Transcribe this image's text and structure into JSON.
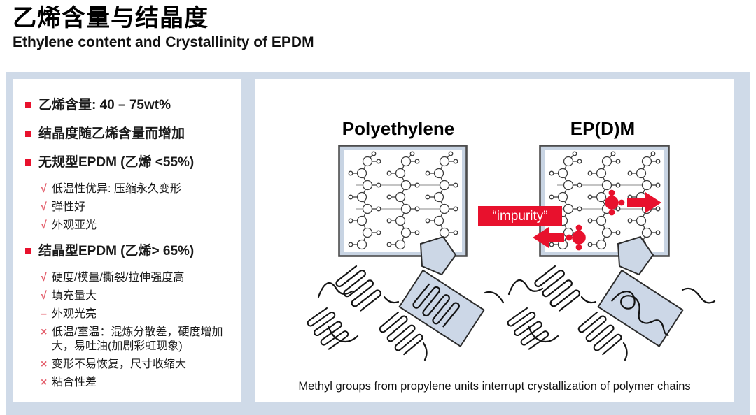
{
  "slide": {
    "title_zh": "乙烯含量与结晶度",
    "subtitle_en": "Ethylene content and Crystallinity of EPDM"
  },
  "left_panel": {
    "bullets": [
      {
        "marker": "square",
        "label": "乙烯含量: 40 – 75wt%",
        "subs": []
      },
      {
        "marker": "square",
        "label": "结晶度随乙烯含量而增加",
        "subs": []
      },
      {
        "marker": "square",
        "label": "无规型EPDM (乙烯 <55%)",
        "subs": [
          {
            "marker": "√",
            "text": "低温性优异: 压缩永久变形"
          },
          {
            "marker": "√",
            "text": "弹性好"
          },
          {
            "marker": "√",
            "text": "外观亚光"
          }
        ]
      },
      {
        "marker": "square",
        "label": "结晶型EPDM (乙烯> 65%)",
        "subs": [
          {
            "marker": "√",
            "text": "硬度/模量/撕裂/拉伸强度高"
          },
          {
            "marker": "√",
            "text": "填充量大"
          },
          {
            "marker": "–",
            "text": "外观光亮"
          },
          {
            "marker": "×",
            "text": "低温/室温：混炼分散差，硬度增加大，易吐油(加剧彩虹现象)"
          },
          {
            "marker": "×",
            "text": "变形不易恢复，尺寸收缩大"
          },
          {
            "marker": "×",
            "text": "粘合性差"
          }
        ]
      }
    ]
  },
  "diagram": {
    "left_title": "Polyethylene",
    "right_title": "EP(D)M",
    "impurity_label": "“impurity”",
    "caption": "Methyl groups from propylene units interrupt crystallization of polymer chains"
  },
  "icons": {
    "bullet": "bullet-square-icon",
    "check": "check-icon",
    "dash": "dash-icon",
    "cross": "cross-icon"
  },
  "colors": {
    "accent_red": "#e8112d",
    "marker_pink": "#e4606d",
    "stage_bg": "#cfdae8",
    "panel_bg": "#ffffff",
    "shape_fill": "#ccd7e6",
    "box_border": "#4d4d4d"
  }
}
